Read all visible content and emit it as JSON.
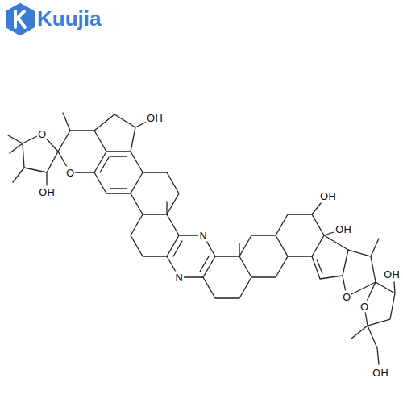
{
  "diagram": {
    "labels": [
      "Kuujia",
      "OH",
      "O",
      "OH",
      "O",
      "N",
      "N",
      "OH",
      "OH",
      "OH",
      "O",
      "O",
      "OH"
    ]
  }
}
